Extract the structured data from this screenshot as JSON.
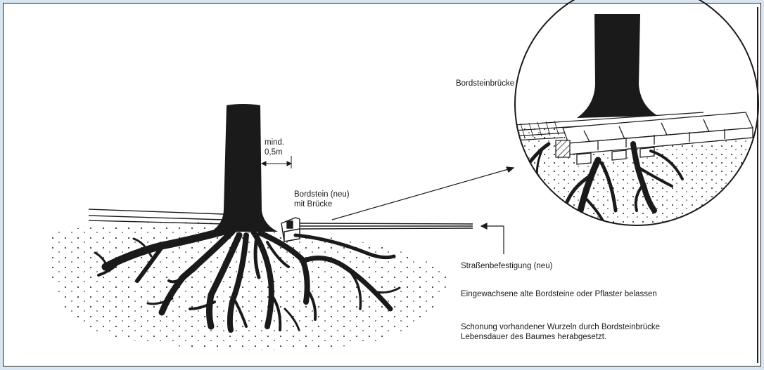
{
  "labels": {
    "distance_line1": "mind.",
    "distance_line2": "0,5m",
    "curb_line1": "Bordstein (neu)",
    "curb_line2": "mit Brücke",
    "detail_title": "Bordsteinbrücke",
    "road_surface": "Straßenbefestigung (neu)",
    "old_curbs": "Eingewachsene alte Bordsteine oder Pflaster belassen",
    "protection_line1": "Schonung vorhandener Wurzeln durch Bordsteinbrücke",
    "protection_line2": "Lebensdauer des Baumes herabgesetzt."
  },
  "colors": {
    "ink": "#1a1a1a",
    "paper": "#ffffff",
    "margin": "#d9e6f2"
  }
}
